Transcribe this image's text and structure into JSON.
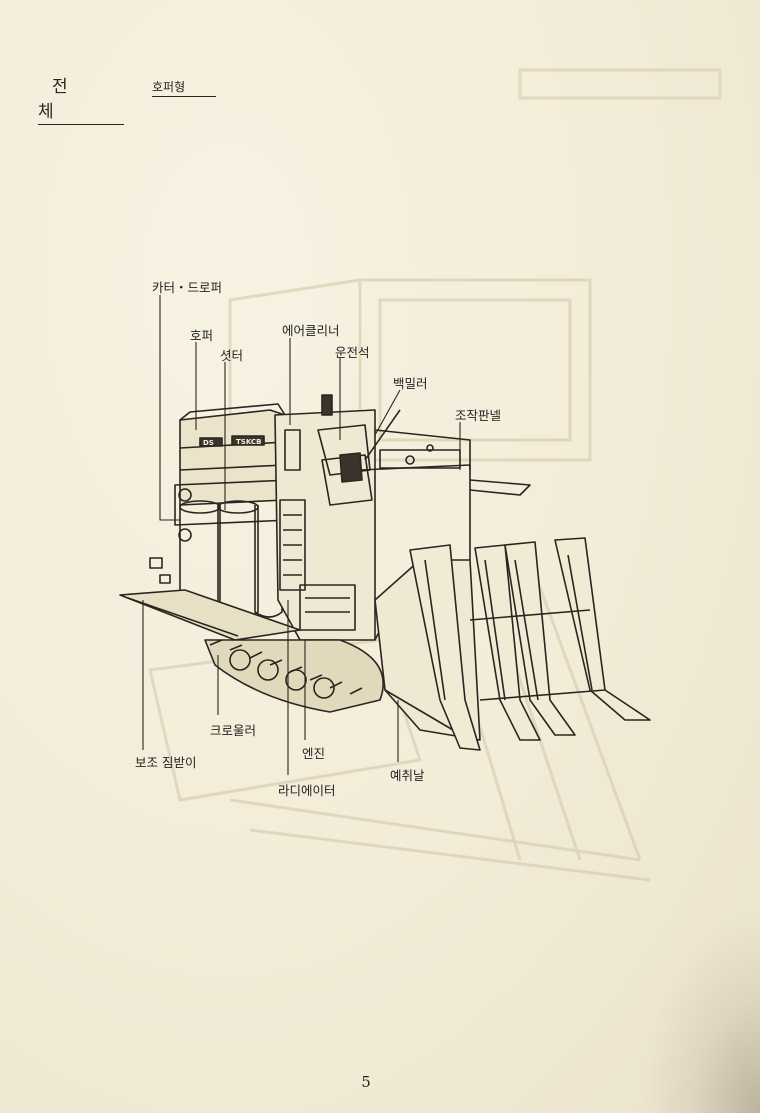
{
  "header": {
    "title": "전 체",
    "subtitle": "호퍼형"
  },
  "labels": {
    "cutter_dropper": "카터・드로퍼",
    "hopper": "호퍼",
    "shutter": "셧터",
    "air_cleaner": "에어클리너",
    "driver_seat": "운전석",
    "back_mirror": "백밀러",
    "control_panel": "조작판넬",
    "crawler": "크로울러",
    "aux_carrier": "보조 짐받이",
    "engine": "엔진",
    "radiator": "라디에이터",
    "reaping_blade": "예취날"
  },
  "machine_plate": {
    "left": "DS",
    "right": "TSKCB"
  },
  "page_number": "5"
}
